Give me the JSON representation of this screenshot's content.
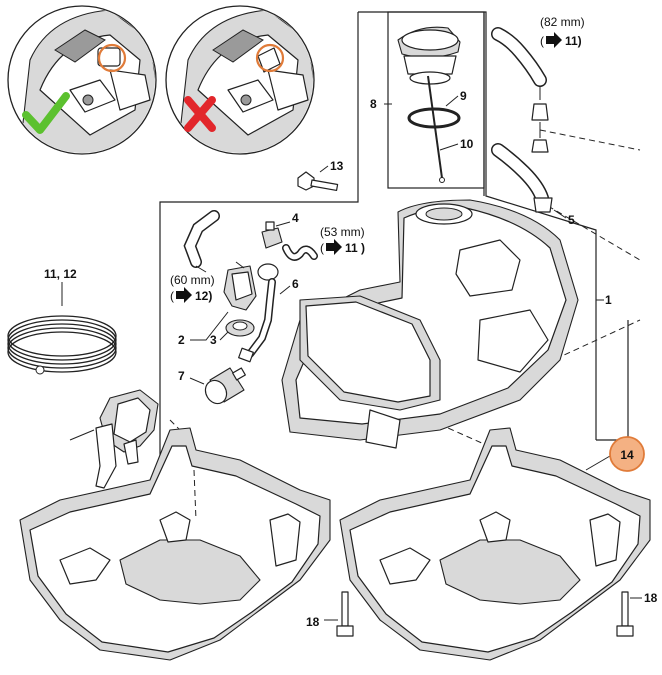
{
  "labels": {
    "part_1": "1",
    "part_2": "2",
    "part_3": "3",
    "part_4": "4",
    "part_5": "5",
    "part_6": "6",
    "part_7": "7",
    "part_8": "8",
    "part_9": "9",
    "part_10": "10",
    "part_11_12": "11, 12",
    "part_13": "13",
    "part_14": "14",
    "part_18_left": "18",
    "part_18_right": "18"
  },
  "dimensions": {
    "hose_82": "(82 mm)",
    "hose_82_ref": "11)",
    "hose_60": "(60 mm)",
    "hose_60_ref": "12)",
    "hose_53": "(53 mm)",
    "hose_53_ref": "11 )"
  },
  "colors": {
    "callout_fill": "#f4b183",
    "callout_stroke": "#e07b39",
    "check_green": "#5cc12f",
    "cross_red": "#e2262b",
    "highlight_orange": "#e07b39"
  },
  "icons": {
    "correct": "check-mark-icon",
    "wrong": "cross-mark-icon",
    "reference_arrow": "right-arrow-icon"
  }
}
